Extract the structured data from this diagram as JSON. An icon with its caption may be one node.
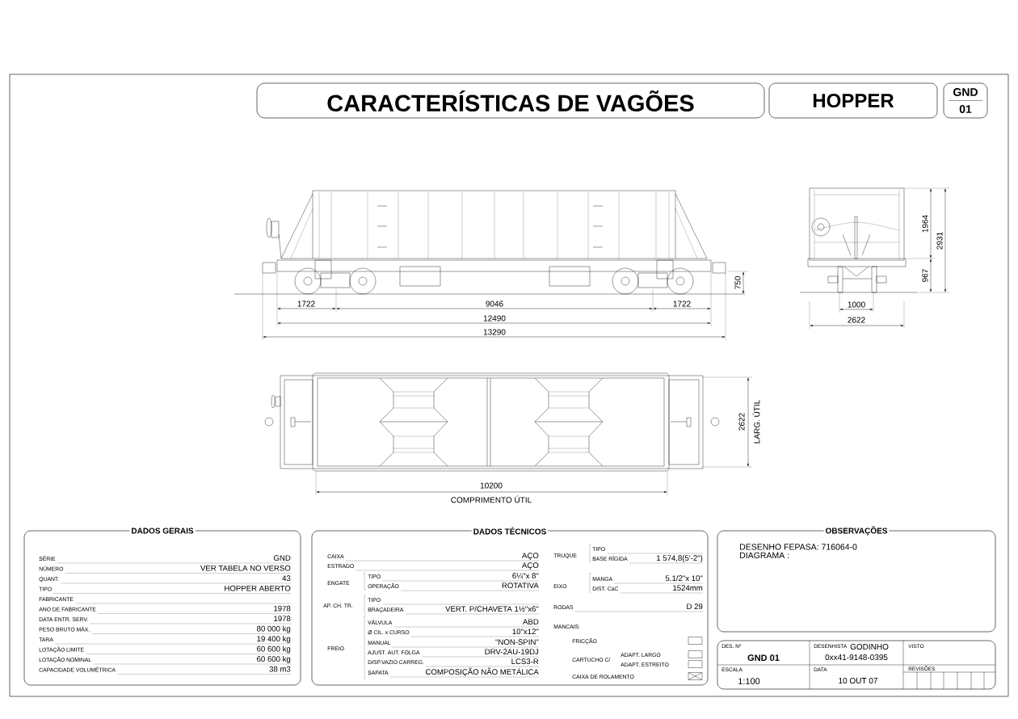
{
  "diagram": {
    "title": "CARACTERÍSTICAS DE VAGÕES",
    "nodes": [
      {
        "text": [
          "HOPPER"
        ]
      },
      {
        "text": [
          "GND",
          "01"
        ]
      },
      {
        "text": [
          "DADOS GERAIS"
        ]
      },
      {
        "text": [
          "DADOS TÉCNICOS"
        ]
      },
      {
        "text": [
          "OBSERVAÇÕES",
          "DESENHO FEPASA: 716064-0",
          "DIAGRAMA :"
        ]
      }
    ],
    "labels": [
      "1722",
      "9046",
      "1722",
      "12490",
      "13290",
      "750",
      "1964",
      "2931",
      "967",
      "1000",
      "2622",
      "2622",
      "LARG. ÚTIL",
      "10200",
      "COMPRIMENTO ÚTIL",
      "SÉRIE",
      "GND",
      "NÚMERO",
      "VER TABELA NO VERSO",
      "QUANT.",
      "43",
      "TIPO",
      "HOPPER ABERTO",
      "FABRICANTE",
      "ANO DE FABRICANTE",
      "1978",
      "DATA ENTR. SERV.",
      "1978",
      "PESO BRUTO MÁX.",
      "80 000 kg",
      "TARA",
      "19 400 kg",
      "LOTAÇÃO LIMITE",
      "60 600 kg",
      "LOTAÇÃO NOMINAL",
      "60 600 kg",
      "CAPACIDADE VOLUMÉTRICA",
      "38 m3",
      "CAIXA",
      "AÇO",
      "ESTRADO",
      "AÇO",
      "ENGATE",
      "TIPO",
      "6¼\"x 8\"",
      "OPERAÇÃO",
      "ROTATIVA",
      "AP. CH. TR.",
      "TIPO",
      "BRAÇADEIRA",
      "VERT. P/CHAVETA 1½\"x6\"",
      "FREIO",
      "VÁLVULA",
      "ABD",
      "Ø CIL. x CURSO",
      "10\"x12\"",
      "MANUAL",
      "\"NON-SPIN\"",
      "AJUST. AUT. FOLGA",
      "DRV-2AU-19DJ",
      "DISP.VAZIO CARREG.",
      "LCS3-R",
      "SAPATA",
      "COMPOSIÇÃO NÃO METÁLICA",
      "TRUQUE",
      "TIPO",
      "BASE RÍGIDA",
      "1 574,8(5'-2\")",
      "EIXO",
      "MANGA",
      "5.1/2\"x 10\"",
      "DIST. CaC",
      "1524mm",
      "RODAS",
      "D 29",
      "MANCAIS:",
      "FRICÇÃO",
      "CARTUCHO C/",
      "ADAPT. LARGO",
      "ADAPT. ESTREITO",
      "CAIXA DE ROLAMENTO",
      "DES. Nº",
      "GND 01",
      "DESENHISTA",
      "GODINHO",
      "0xx41-9148-0395",
      "VISTO",
      "ESCALA",
      "1:100",
      "DATA",
      "10 OUT 07",
      "REVISÕES"
    ]
  }
}
